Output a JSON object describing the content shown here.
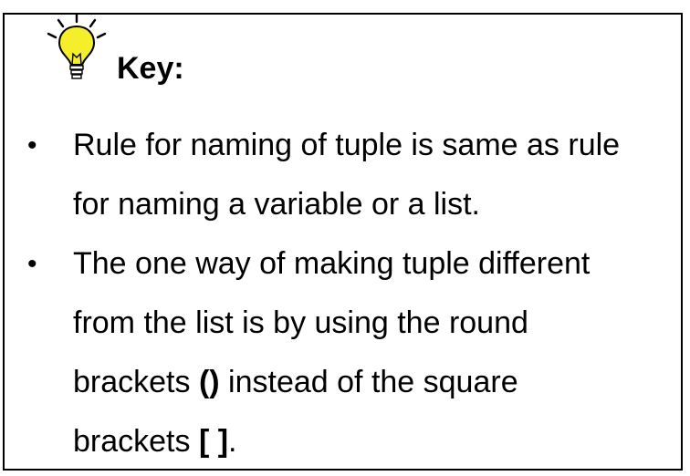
{
  "key": {
    "heading": "Key:",
    "icon": "lightbulb-icon",
    "colors": {
      "bulb": "#f5ef2b",
      "border": "#000000"
    },
    "items": [
      {
        "lines": [
          "Rule for naming of tuple is same as rule",
          "for naming a variable or a list."
        ]
      },
      {
        "lines": [
          "The one way of making tuple different",
          "from the list is by using the round"
        ],
        "line3": {
          "before": "brackets ",
          "bold": "()",
          "after": " instead of the square"
        },
        "line4": {
          "before": "brackets ",
          "bold": "[ ]",
          "after": "."
        }
      }
    ]
  }
}
